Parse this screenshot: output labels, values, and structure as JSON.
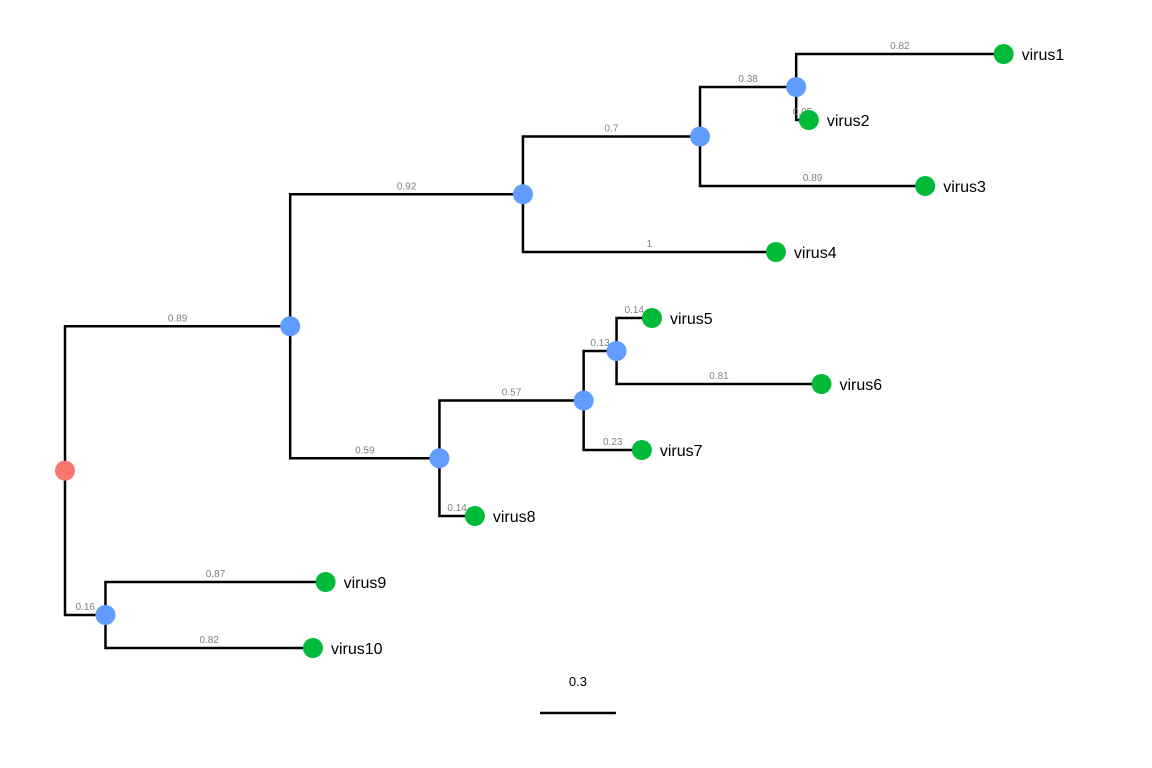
{
  "colors": {
    "root": "#f8766d",
    "internal": "#619cff",
    "tip": "#00ba38",
    "branch": "#000000",
    "edge_label": "#7f7f7f"
  },
  "chart_data": {
    "type": "tree",
    "root": "n0",
    "nodes": [
      {
        "id": "n0",
        "kind": "root",
        "parent": null
      },
      {
        "id": "n1",
        "kind": "internal",
        "parent": "n0",
        "branch_length": 0.89
      },
      {
        "id": "n2",
        "kind": "internal",
        "parent": "n1",
        "branch_length": 0.92
      },
      {
        "id": "n3",
        "kind": "internal",
        "parent": "n2",
        "branch_length": 0.7
      },
      {
        "id": "n4",
        "kind": "internal",
        "parent": "n3",
        "branch_length": 0.38
      },
      {
        "id": "virus1",
        "kind": "tip",
        "label": "virus1",
        "parent": "n4",
        "branch_length": 0.82
      },
      {
        "id": "virus2",
        "kind": "tip",
        "label": "virus2",
        "parent": "n4",
        "branch_length": 0.05
      },
      {
        "id": "virus3",
        "kind": "tip",
        "label": "virus3",
        "parent": "n3",
        "branch_length": 0.89
      },
      {
        "id": "virus4",
        "kind": "tip",
        "label": "virus4",
        "parent": "n2",
        "branch_length": 1
      },
      {
        "id": "n5",
        "kind": "internal",
        "parent": "n1",
        "branch_length": 0.59
      },
      {
        "id": "n6",
        "kind": "internal",
        "parent": "n5",
        "branch_length": 0.57
      },
      {
        "id": "n7",
        "kind": "internal",
        "parent": "n6",
        "branch_length": 0.13
      },
      {
        "id": "virus5",
        "kind": "tip",
        "label": "virus5",
        "parent": "n7",
        "branch_length": 0.14
      },
      {
        "id": "virus6",
        "kind": "tip",
        "label": "virus6",
        "parent": "n7",
        "branch_length": 0.81
      },
      {
        "id": "virus7",
        "kind": "tip",
        "label": "virus7",
        "parent": "n6",
        "branch_length": 0.23
      },
      {
        "id": "virus8",
        "kind": "tip",
        "label": "virus8",
        "parent": "n5",
        "branch_length": 0.14
      },
      {
        "id": "n8",
        "kind": "internal",
        "parent": "n0",
        "branch_length": 0.16
      },
      {
        "id": "virus9",
        "kind": "tip",
        "label": "virus9",
        "parent": "n8",
        "branch_length": 0.87
      },
      {
        "id": "virus10",
        "kind": "tip",
        "label": "virus10",
        "parent": "n8",
        "branch_length": 0.82
      }
    ],
    "tip_order": [
      "virus1",
      "virus2",
      "virus3",
      "virus4",
      "virus5",
      "virus6",
      "virus7",
      "virus8",
      "virus9",
      "virus10"
    ],
    "scale_bar": {
      "value": 0.3,
      "label": "0.3"
    }
  }
}
